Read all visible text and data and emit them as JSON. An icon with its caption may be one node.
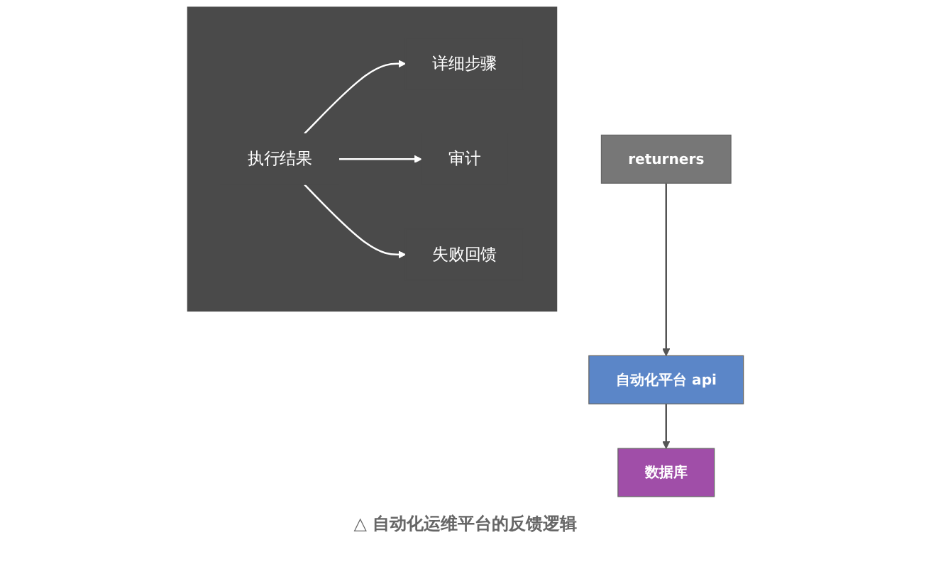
{
  "diagram": {
    "caption": "△ 自动化运维平台的反馈逻辑",
    "nodes": [
      {
        "text": [
          "returners"
        ]
      },
      {
        "text": [
          "自动化平台 api"
        ]
      },
      {
        "text": [
          "数据库"
        ]
      },
      {
        "text": [],
        "shape": "box"
      },
      {
        "text": [
          "执行结果"
        ],
        "in": 3
      },
      {
        "text": [
          "详细步骤"
        ],
        "in": 3
      },
      {
        "text": [
          "审计"
        ],
        "in": 3
      },
      {
        "text": [
          "失败回馈"
        ],
        "in": 3
      }
    ],
    "edges": [
      {
        "from": 0,
        "to": 1,
        "arrow": "to",
        "color": "#555555"
      },
      {
        "from": 1,
        "to": 2,
        "arrow": "to",
        "color": "#555555"
      },
      {
        "from": 4,
        "to": 5,
        "arrow": "to"
      },
      {
        "from": 4,
        "to": 6,
        "arrow": "to"
      },
      {
        "from": 4,
        "to": 7,
        "arrow": "to"
      }
    ]
  }
}
